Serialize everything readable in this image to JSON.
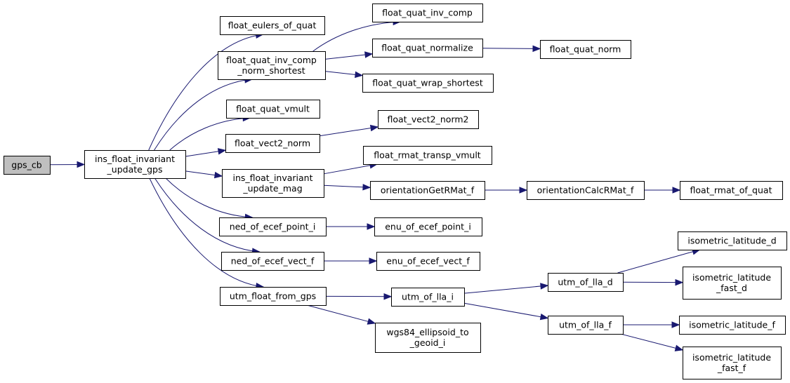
{
  "graph": {
    "root": "gps_cb",
    "colors": {
      "edge": "#191970",
      "root_fill": "#bfbfbf",
      "node_fill": "#ffffff",
      "node_border": "#000000"
    },
    "nodes": [
      {
        "id": "gps_cb",
        "lines": [
          "gps_cb"
        ]
      },
      {
        "id": "ins_float_invariant_update_gps",
        "lines": [
          "ins_float_invariant",
          "_update_gps"
        ]
      },
      {
        "id": "float_eulers_of_quat",
        "lines": [
          "float_eulers_of_quat"
        ]
      },
      {
        "id": "float_quat_inv_comp_norm_shortest",
        "lines": [
          "float_quat_inv_comp",
          "_norm_shortest"
        ]
      },
      {
        "id": "float_quat_vmult",
        "lines": [
          "float_quat_vmult"
        ]
      },
      {
        "id": "float_vect2_norm",
        "lines": [
          "float_vect2_norm"
        ]
      },
      {
        "id": "ins_float_invariant_update_mag",
        "lines": [
          "ins_float_invariant",
          "_update_mag"
        ]
      },
      {
        "id": "ned_of_ecef_point_i",
        "lines": [
          "ned_of_ecef_point_i"
        ]
      },
      {
        "id": "ned_of_ecef_vect_f",
        "lines": [
          "ned_of_ecef_vect_f"
        ]
      },
      {
        "id": "utm_float_from_gps",
        "lines": [
          "utm_float_from_gps"
        ]
      },
      {
        "id": "float_quat_inv_comp",
        "lines": [
          "float_quat_inv_comp"
        ]
      },
      {
        "id": "float_quat_normalize",
        "lines": [
          "float_quat_normalize"
        ]
      },
      {
        "id": "float_quat_wrap_shortest",
        "lines": [
          "float_quat_wrap_shortest"
        ]
      },
      {
        "id": "float_vect2_norm2",
        "lines": [
          "float_vect2_norm2"
        ]
      },
      {
        "id": "float_rmat_transp_vmult",
        "lines": [
          "float_rmat_transp_vmult"
        ]
      },
      {
        "id": "orientationGetRMat_f",
        "lines": [
          "orientationGetRMat_f"
        ]
      },
      {
        "id": "enu_of_ecef_point_i",
        "lines": [
          "enu_of_ecef_point_i"
        ]
      },
      {
        "id": "enu_of_ecef_vect_f",
        "lines": [
          "enu_of_ecef_vect_f"
        ]
      },
      {
        "id": "utm_of_lla_i",
        "lines": [
          "utm_of_lla_i"
        ]
      },
      {
        "id": "wgs84_ellipsoid_to_geoid_i",
        "lines": [
          "wgs84_ellipsoid_to",
          "_geoid_i"
        ]
      },
      {
        "id": "float_quat_norm",
        "lines": [
          "float_quat_norm"
        ]
      },
      {
        "id": "orientationCalcRMat_f",
        "lines": [
          "orientationCalcRMat_f"
        ]
      },
      {
        "id": "utm_of_lla_d",
        "lines": [
          "utm_of_lla_d"
        ]
      },
      {
        "id": "utm_of_lla_f",
        "lines": [
          "utm_of_lla_f"
        ]
      },
      {
        "id": "float_rmat_of_quat",
        "lines": [
          "float_rmat_of_quat"
        ]
      },
      {
        "id": "isometric_latitude_d",
        "lines": [
          "isometric_latitude_d"
        ]
      },
      {
        "id": "isometric_latitude_fast_d",
        "lines": [
          "isometric_latitude",
          "_fast_d"
        ]
      },
      {
        "id": "isometric_latitude_f",
        "lines": [
          "isometric_latitude_f"
        ]
      },
      {
        "id": "isometric_latitude_fast_f",
        "lines": [
          "isometric_latitude",
          "_fast_f"
        ]
      }
    ],
    "edges": [
      {
        "from": "gps_cb",
        "to": "ins_float_invariant_update_gps"
      },
      {
        "from": "ins_float_invariant_update_gps",
        "to": "float_eulers_of_quat"
      },
      {
        "from": "ins_float_invariant_update_gps",
        "to": "float_quat_inv_comp_norm_shortest"
      },
      {
        "from": "ins_float_invariant_update_gps",
        "to": "float_quat_vmult"
      },
      {
        "from": "ins_float_invariant_update_gps",
        "to": "float_vect2_norm"
      },
      {
        "from": "ins_float_invariant_update_gps",
        "to": "ins_float_invariant_update_mag"
      },
      {
        "from": "ins_float_invariant_update_gps",
        "to": "ned_of_ecef_point_i"
      },
      {
        "from": "ins_float_invariant_update_gps",
        "to": "ned_of_ecef_vect_f"
      },
      {
        "from": "ins_float_invariant_update_gps",
        "to": "utm_float_from_gps"
      },
      {
        "from": "float_quat_inv_comp_norm_shortest",
        "to": "float_quat_inv_comp"
      },
      {
        "from": "float_quat_inv_comp_norm_shortest",
        "to": "float_quat_normalize"
      },
      {
        "from": "float_quat_inv_comp_norm_shortest",
        "to": "float_quat_wrap_shortest"
      },
      {
        "from": "float_quat_normalize",
        "to": "float_quat_norm"
      },
      {
        "from": "float_vect2_norm",
        "to": "float_vect2_norm2"
      },
      {
        "from": "ins_float_invariant_update_mag",
        "to": "float_rmat_transp_vmult"
      },
      {
        "from": "ins_float_invariant_update_mag",
        "to": "orientationGetRMat_f"
      },
      {
        "from": "orientationGetRMat_f",
        "to": "orientationCalcRMat_f"
      },
      {
        "from": "orientationCalcRMat_f",
        "to": "float_rmat_of_quat"
      },
      {
        "from": "ned_of_ecef_point_i",
        "to": "enu_of_ecef_point_i"
      },
      {
        "from": "ned_of_ecef_vect_f",
        "to": "enu_of_ecef_vect_f"
      },
      {
        "from": "utm_float_from_gps",
        "to": "utm_of_lla_i"
      },
      {
        "from": "utm_float_from_gps",
        "to": "wgs84_ellipsoid_to_geoid_i"
      },
      {
        "from": "utm_of_lla_i",
        "to": "utm_of_lla_d"
      },
      {
        "from": "utm_of_lla_i",
        "to": "utm_of_lla_f"
      },
      {
        "from": "utm_of_lla_d",
        "to": "isometric_latitude_d"
      },
      {
        "from": "utm_of_lla_d",
        "to": "isometric_latitude_fast_d"
      },
      {
        "from": "utm_of_lla_f",
        "to": "isometric_latitude_f"
      },
      {
        "from": "utm_of_lla_f",
        "to": "isometric_latitude_fast_f"
      }
    ]
  }
}
